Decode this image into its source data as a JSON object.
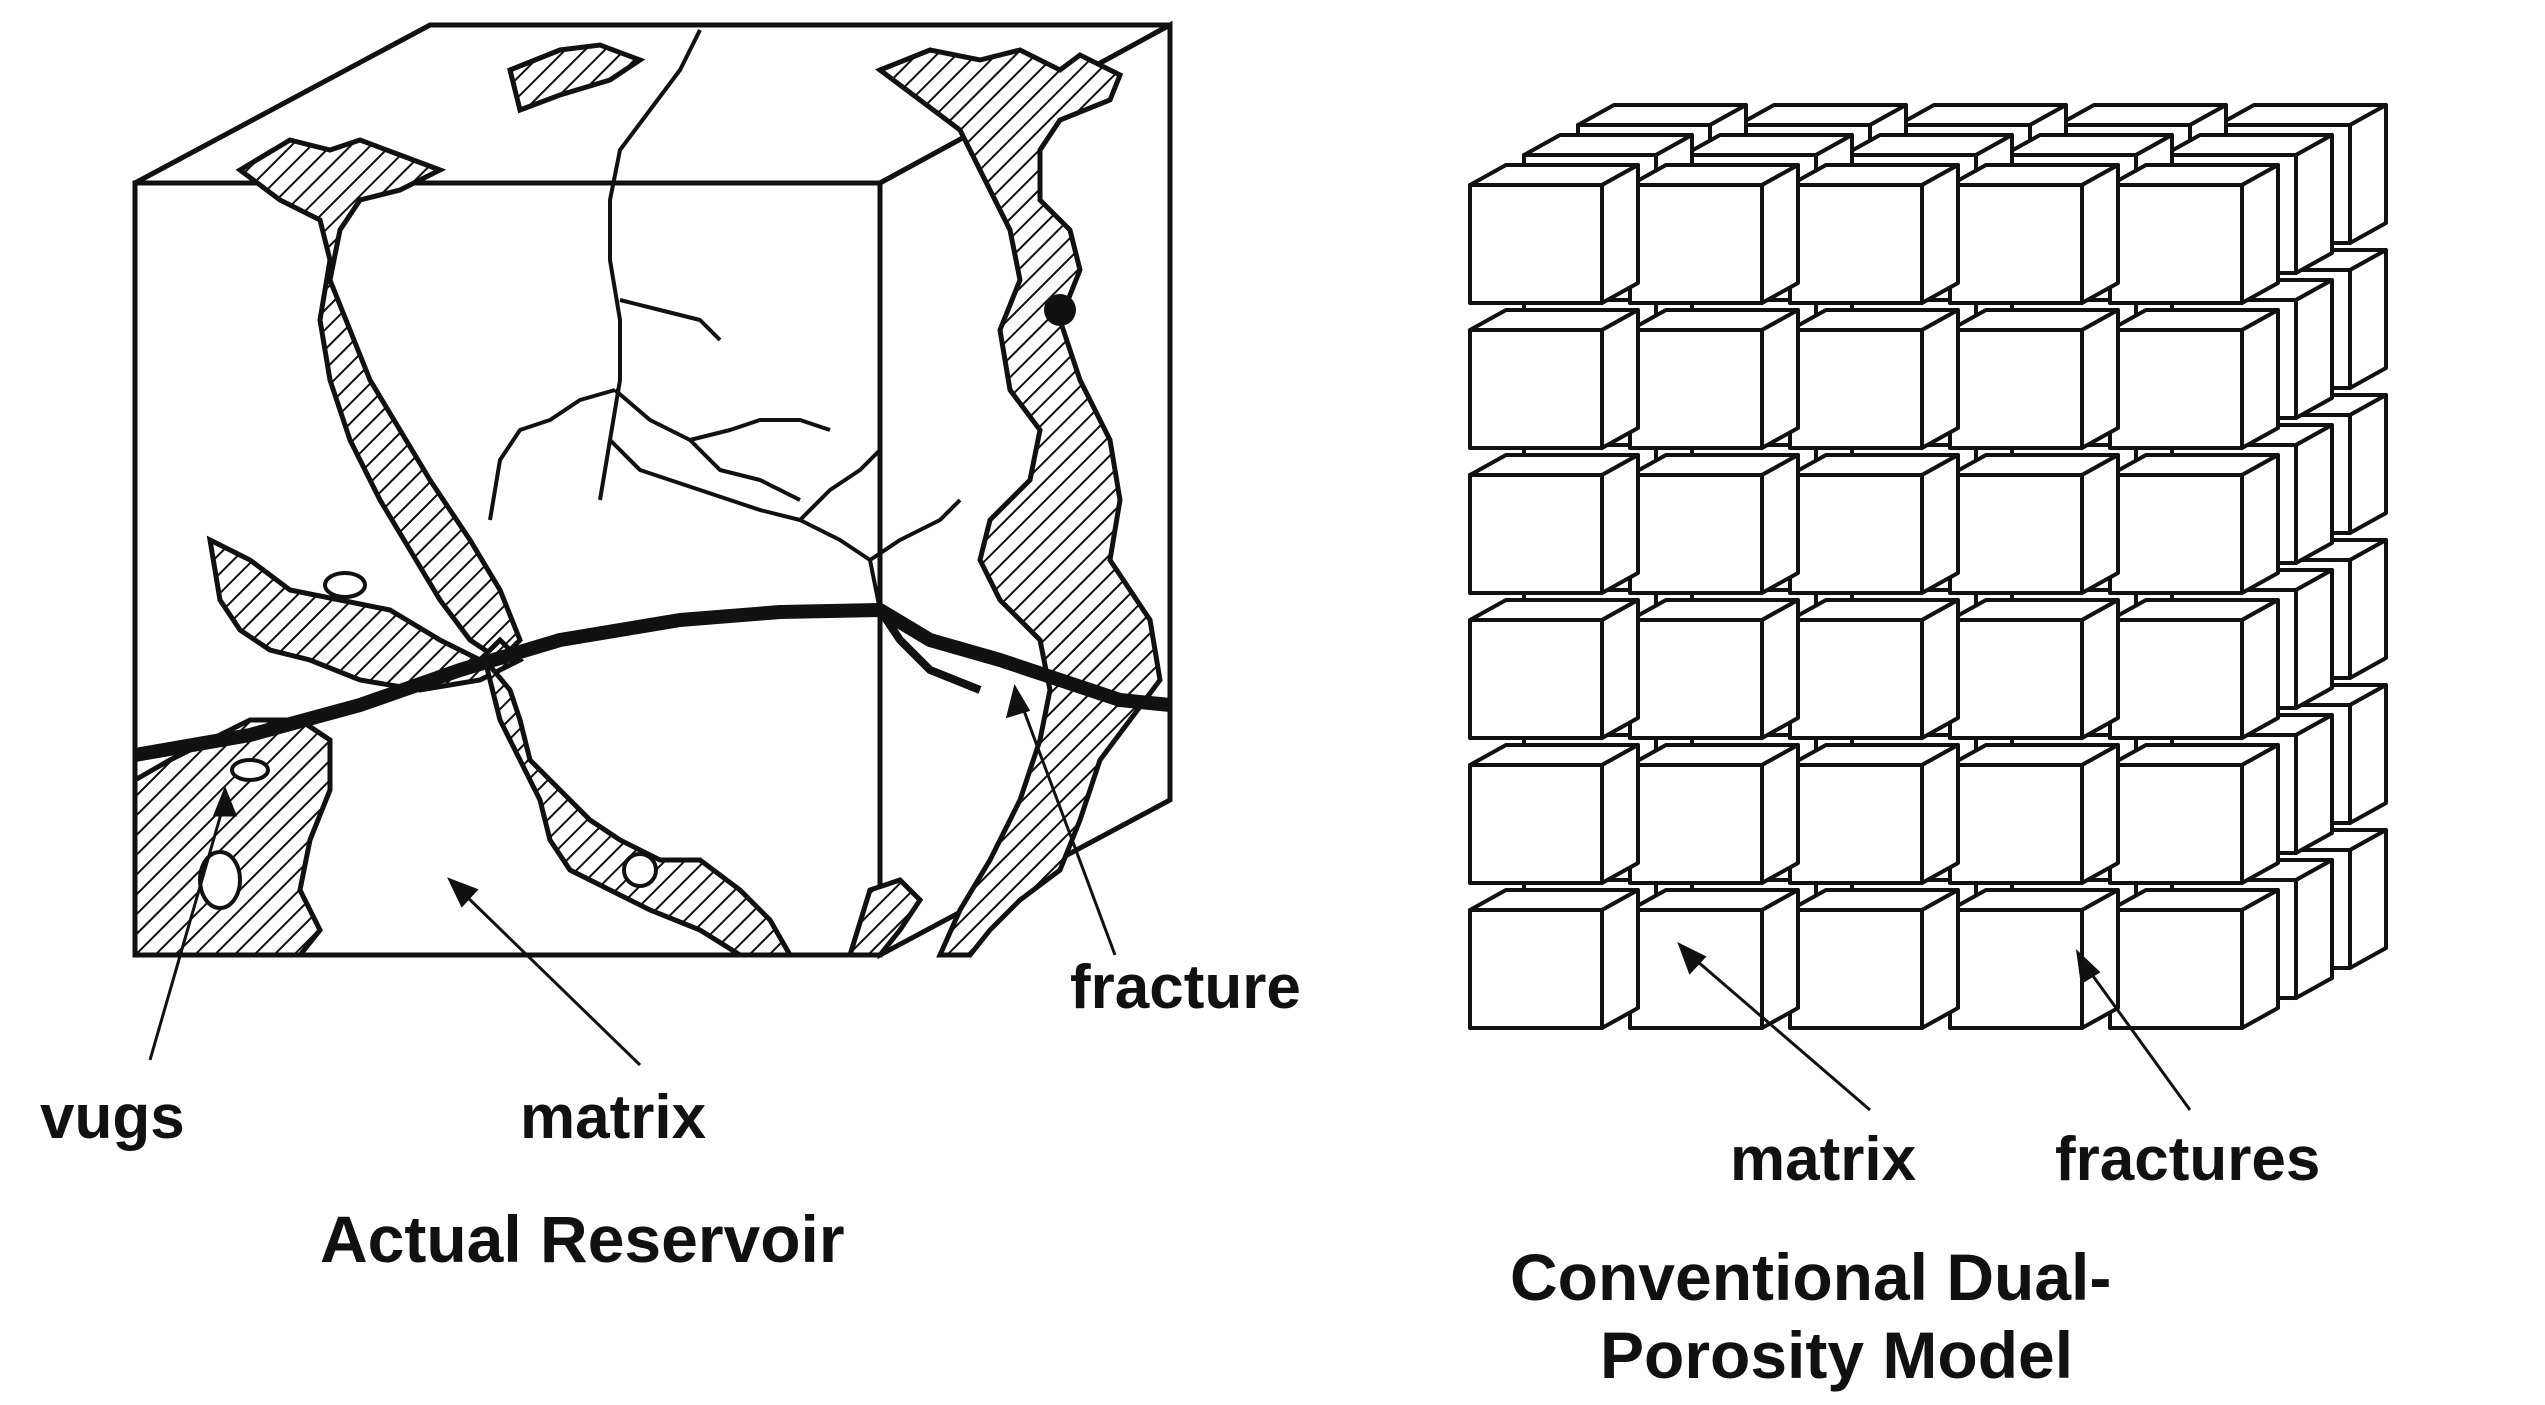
{
  "left_panel": {
    "labels": {
      "vugs": "vugs",
      "matrix": "matrix",
      "fracture": "fracture"
    },
    "caption": "Actual Reservoir"
  },
  "right_panel": {
    "labels": {
      "matrix": "matrix",
      "fractures": "fractures"
    },
    "caption_line1": "Conventional Dual-",
    "caption_line2": "Porosity Model",
    "grid": {
      "columns": 5,
      "rows": 6,
      "depth_layers": 3
    }
  },
  "colors": {
    "ink": "#111111",
    "paper": "#ffffff"
  }
}
